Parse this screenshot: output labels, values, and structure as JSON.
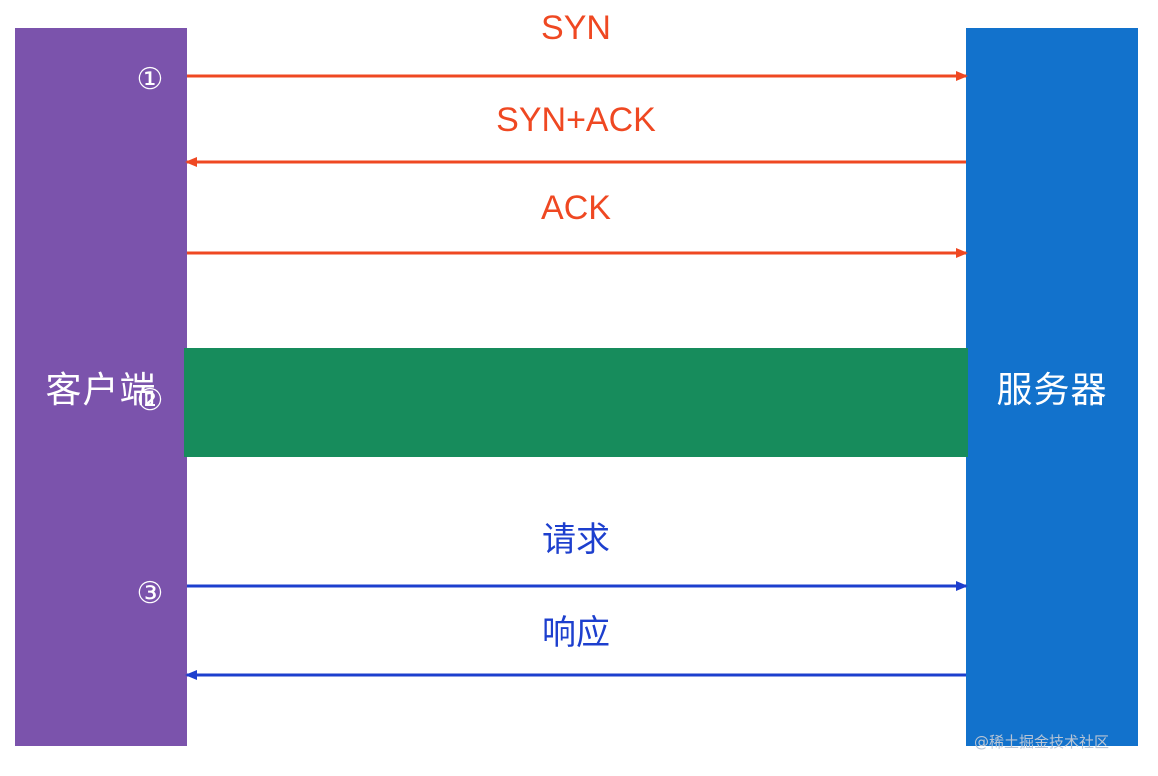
{
  "colors": {
    "client": "#7b53ac",
    "server": "#1272cc",
    "band": "#178c5c",
    "handshake": "#ef4822",
    "request": "#1d3fce",
    "panel_text": "#ffffff"
  },
  "client": {
    "label": "客户端"
  },
  "server": {
    "label": "服务器"
  },
  "steps": [
    "①",
    "②",
    "③"
  ],
  "handshake": {
    "syn": "SYN",
    "syn_ack": "SYN+ACK",
    "ack": "ACK"
  },
  "exchange": {
    "request": "请求",
    "response": "响应"
  },
  "watermark": "@稀土掘金技术社区"
}
